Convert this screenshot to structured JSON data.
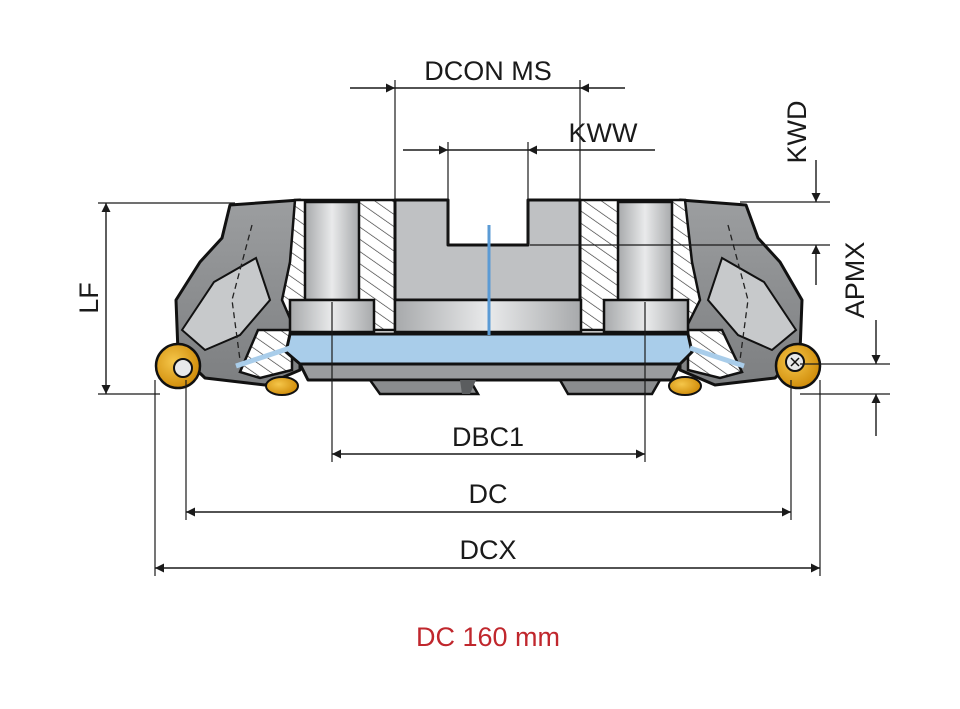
{
  "labels": {
    "dcon_ms": "DCON MS",
    "kww": "KWW",
    "kwd": "KWD",
    "lf": "LF",
    "apmx": "APMX",
    "dbc1": "DBC1",
    "dc": "DC",
    "dcx": "DCX"
  },
  "caption": "DC 160 mm",
  "colors": {
    "caption": "#c0272d",
    "body_gray": "#8f9193",
    "light_gray": "#d9dadb",
    "coolant_blue": "#a9cdea",
    "coolant_line": "#5b9bd5",
    "insert_gold": "#e0a21a"
  }
}
